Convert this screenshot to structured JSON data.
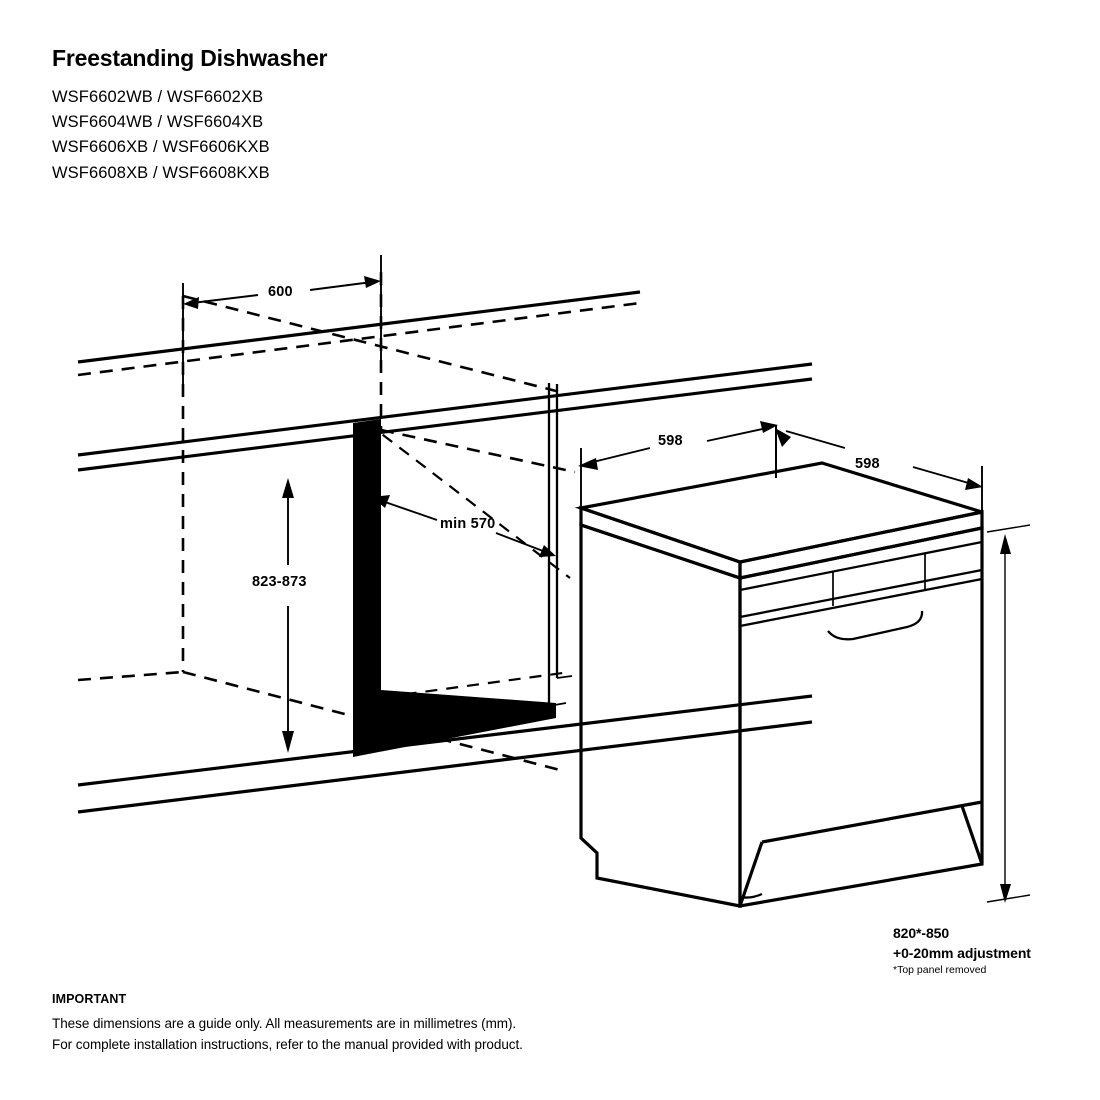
{
  "document": {
    "title": "Freestanding Dishwasher",
    "models": [
      "WSF6602WB / WSF6602XB",
      "WSF6604WB / WSF6604XB",
      "WSF6606XB / WSF6606KXB",
      "WSF6608XB / WSF6608KXB"
    ]
  },
  "drawing": {
    "type": "isometric-installation-diagram",
    "units": "mm",
    "dimensions": {
      "cabinet_opening_width": "600",
      "cabinet_opening_height": "823-873",
      "cabinet_opening_depth": "min 570",
      "product_width": "598",
      "product_depth": "598",
      "product_height": "820*-850",
      "height_adjustment": "+0-20mm adjustment",
      "height_footnote": "*Top panel removed"
    }
  },
  "footer": {
    "heading": "IMPORTANT",
    "line1": "These dimensions are a guide only. All measurements are in millimetres (mm).",
    "line2": "For complete installation instructions, refer to the manual provided with product."
  },
  "colors": {
    "ink": "#000000",
    "paper": "#ffffff"
  }
}
